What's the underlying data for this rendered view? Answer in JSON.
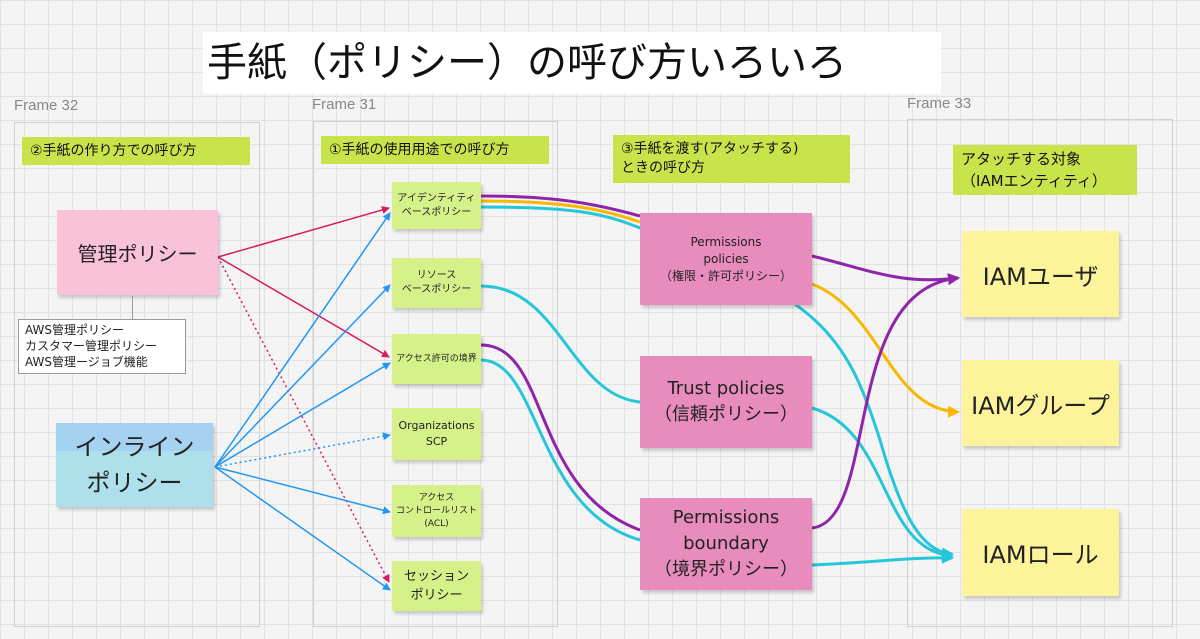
{
  "title": "手紙（ポリシー）の呼び方いろいろ",
  "frames": {
    "f32": "Frame 32",
    "f31": "Frame 31",
    "f33": "Frame 33"
  },
  "headers": {
    "h2": "②手紙の作り方での呼び方",
    "h1": "①手紙の使用用途での呼び方",
    "h3_line1": "③手紙を渡す(アタッチする)",
    "h3_line2": "ときの呼び方",
    "target_line1": "アタッチする対象",
    "target_line2": "（IAMエンティティ）"
  },
  "left_notes": {
    "managed": "管理ポリシー",
    "managed_examples": [
      "AWS管理ポリシー",
      "カスタマー管理ポリシー",
      "AWS管理ージョブ機能"
    ],
    "inline_line1": "インライン",
    "inline_line2": "ポリシー"
  },
  "usage_notes": {
    "identity": [
      "アイデンティティ",
      "ベースポリシー"
    ],
    "resource": [
      "リソース",
      "ベースポリシー"
    ],
    "access_boundary": "アクセス許可の境界",
    "org_scp": [
      "Organizations",
      "SCP"
    ],
    "acl": [
      "アクセス",
      "コントロールリスト",
      "(ACL)"
    ],
    "session": [
      "セッション",
      "ポリシー"
    ]
  },
  "attach_notes": {
    "permissions": [
      "Permissions",
      "policies",
      "（権限・許可ポリシー）"
    ],
    "trust": [
      "Trust policies",
      "（信頼ポリシー）"
    ],
    "boundary": [
      "Permissions",
      "boundary",
      "（境界ポリシー）"
    ]
  },
  "targets": {
    "user": "IAMユーザ",
    "group": "IAMグループ",
    "role": "IAMロール"
  },
  "colors": {
    "red": "#d81b60",
    "blue": "#2196f3",
    "purple": "#8e24aa",
    "cyan": "#26c6da",
    "yellow": "#f9b800"
  }
}
